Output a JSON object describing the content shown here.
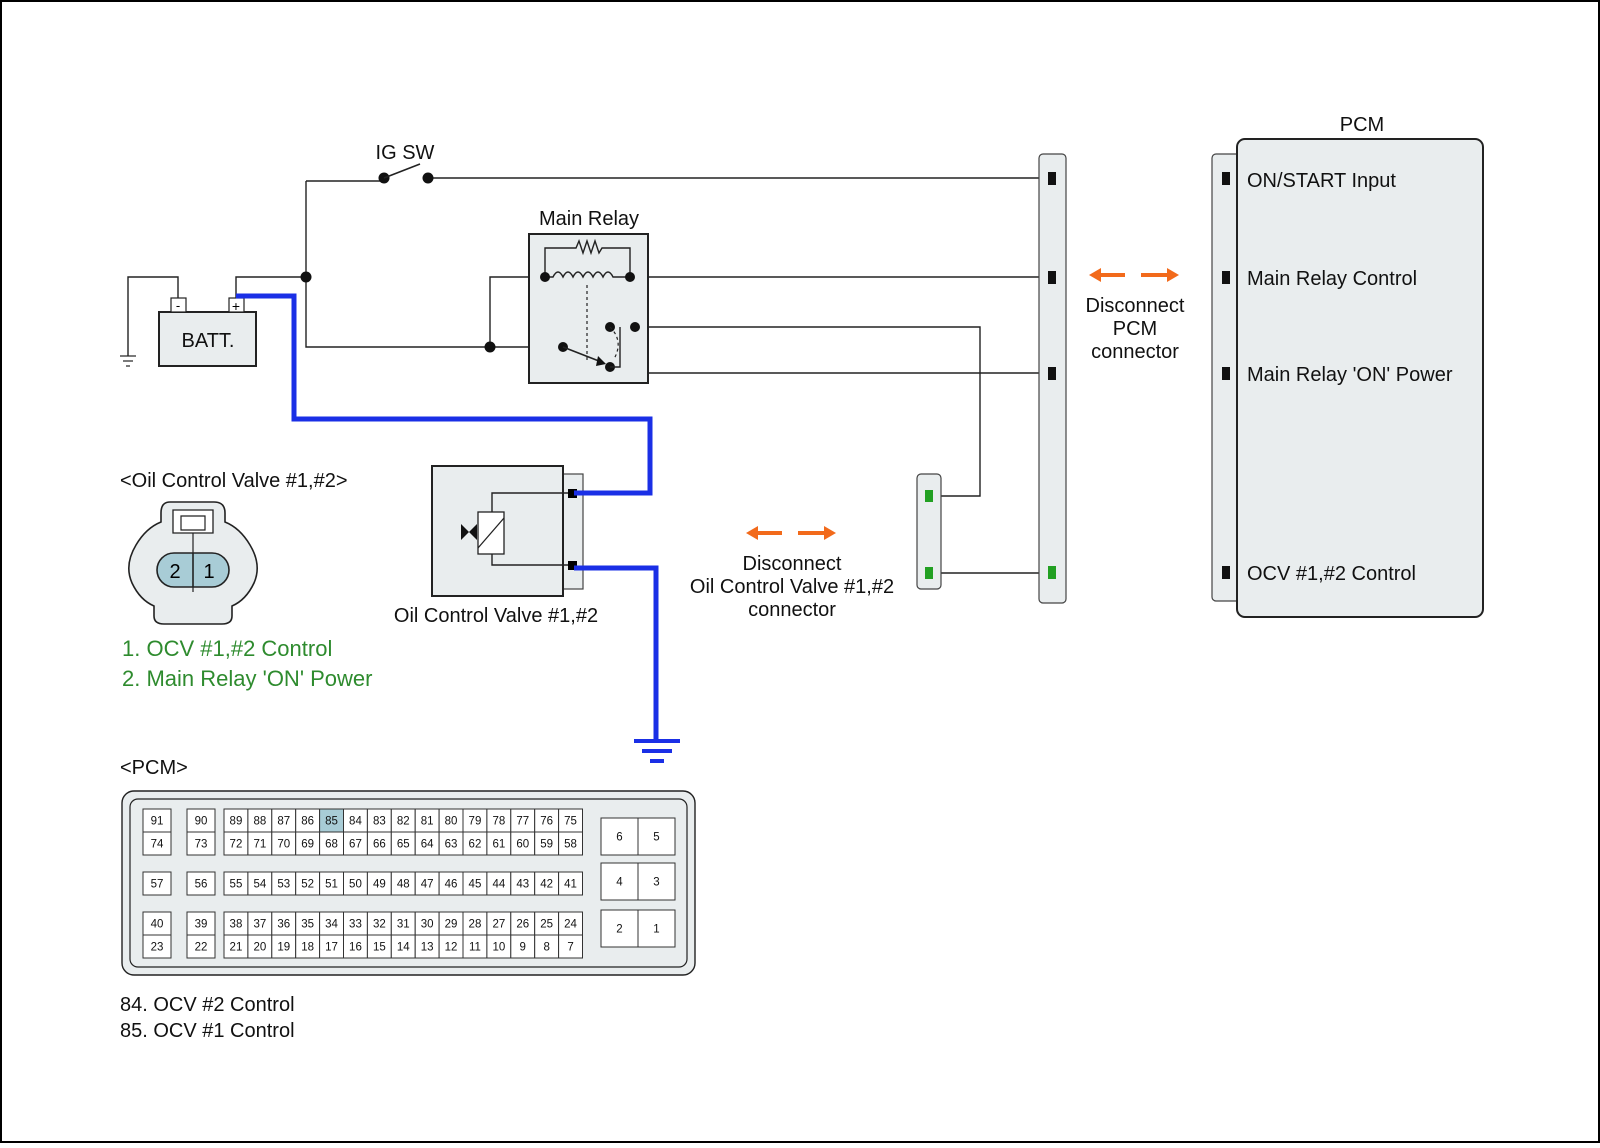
{
  "colors": {
    "blue_wire": "#1a2fe6",
    "orange_arrow": "#f26a1b",
    "green_text": "#2e8b2e",
    "green_pin": "#22a022",
    "highlight_pin": "#a8ccd6",
    "box_fill": "#e9edee"
  },
  "labels": {
    "ig_sw": "IG SW",
    "main_relay": "Main Relay",
    "batt": "BATT.",
    "batt_minus": "-",
    "batt_plus": "+",
    "pcm_title": "PCM",
    "disconnect_pcm": [
      "Disconnect",
      "PCM",
      "connector"
    ],
    "disconnect_ocv": [
      "Disconnect",
      "Oil Control Valve #1,#2",
      "connector"
    ],
    "ocv_component": "Oil Control Valve #1,#2",
    "ocv_connector_title": "<Oil Control Valve #1,#2>",
    "pcm_connector_title": "<PCM>"
  },
  "pcm_pins": [
    "ON/START Input",
    "Main Relay Control",
    "Main Relay 'ON' Power",
    "OCV #1,#2 Control"
  ],
  "ocv_connector": {
    "pins": [
      "2",
      "1"
    ],
    "legend": [
      "1. OCV #1,#2 Control",
      "2. Main Relay 'ON' Power"
    ]
  },
  "pcm_connector": {
    "highlighted_pin": "85",
    "row1": [
      "91",
      "90",
      "89",
      "88",
      "87",
      "86",
      "85",
      "84",
      "83",
      "82",
      "81",
      "80",
      "79",
      "78",
      "77",
      "76",
      "75"
    ],
    "row2": [
      "74",
      "73",
      "72",
      "71",
      "70",
      "69",
      "68",
      "67",
      "66",
      "65",
      "64",
      "63",
      "62",
      "61",
      "60",
      "59",
      "58"
    ],
    "row3": [
      "57",
      "56",
      "55",
      "54",
      "53",
      "52",
      "51",
      "50",
      "49",
      "48",
      "47",
      "46",
      "45",
      "44",
      "43",
      "42",
      "41"
    ],
    "row4": [
      "40",
      "39",
      "38",
      "37",
      "36",
      "35",
      "34",
      "33",
      "32",
      "31",
      "30",
      "29",
      "28",
      "27",
      "26",
      "25",
      "24"
    ],
    "row5": [
      "23",
      "22",
      "21",
      "20",
      "19",
      "18",
      "17",
      "16",
      "15",
      "14",
      "13",
      "12",
      "11",
      "10",
      "9",
      "8",
      "7"
    ],
    "right_pins": [
      [
        "6",
        "5"
      ],
      [
        "4",
        "3"
      ],
      [
        "2",
        "1"
      ]
    ],
    "legend": [
      "84. OCV #2 Control",
      "85. OCV #1 Control"
    ]
  }
}
